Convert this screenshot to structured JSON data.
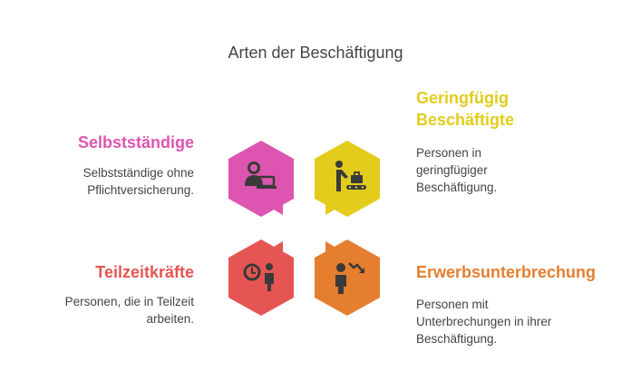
{
  "title": "Arten der Beschäftigung",
  "items": [
    {
      "heading": "Selbstständige",
      "description_lines": [
        "Selbstständige ohne",
        "Pflichtversicherung."
      ],
      "color": "#dd55b0",
      "icon": "person-laptop-icon"
    },
    {
      "heading_lines": [
        "Geringfügig",
        "Beschäftigte"
      ],
      "description_lines": [
        "Personen in",
        "geringfügiger",
        "Beschäftigung."
      ],
      "color": "#e3cc1b",
      "icon": "worker-conveyor-icon"
    },
    {
      "heading": "Teilzeitkräfte",
      "description_lines": [
        "Personen, die in Teilzeit",
        "arbeiten."
      ],
      "color": "#e55553",
      "icon": "clock-person-icon"
    },
    {
      "heading": "Erwerbsunterbrechung",
      "description_lines": [
        "Personen mit",
        "Unterbrechungen in ihrer",
        "Beschäftigung."
      ],
      "color": "#e57e2f",
      "icon": "person-downtrend-icon"
    }
  ]
}
